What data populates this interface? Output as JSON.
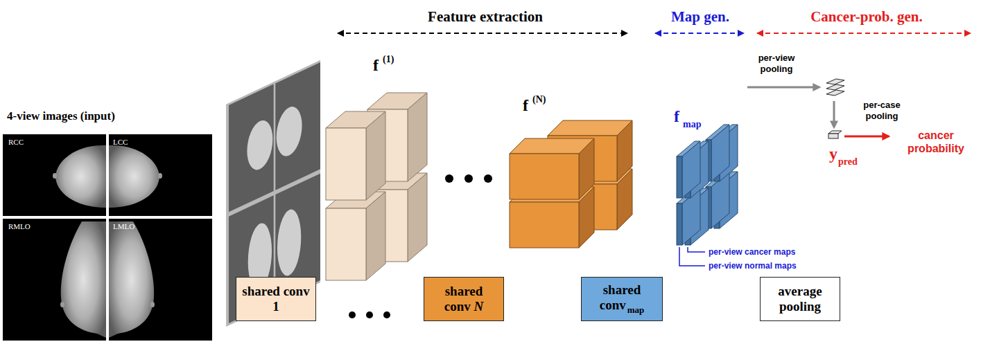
{
  "diagram": {
    "nodes": [
      {
        "text": [
          "shared conv 1"
        ]
      },
      {
        "text": [
          "shared conv",
          "N"
        ]
      },
      {
        "text": [
          "shared conv",
          "map"
        ]
      },
      {
        "text": [
          "average pooling"
        ]
      }
    ],
    "labels": [
      "Feature extraction",
      "Map gen.",
      "Cancer-prob. gen.",
      "4-view images (input)",
      "RCC",
      "LCC",
      "RMLO",
      "LMLO",
      "f",
      "(1)",
      "f",
      "(N)",
      "f",
      "map",
      "per-view pooling",
      "per-case pooling",
      "y",
      "pred",
      "cancer probability",
      "per-view cancer maps",
      "per-view normal maps"
    ]
  }
}
